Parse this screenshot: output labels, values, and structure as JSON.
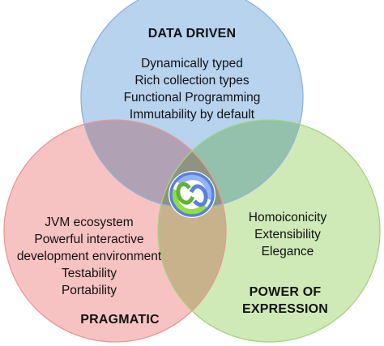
{
  "circles": {
    "data_driven": {
      "title": "DATA DRIVEN",
      "items": [
        "Dynamically typed",
        "Rich collection types",
        "Functional Programming",
        "Immutability by default"
      ],
      "fill": "#b7d3ee",
      "stroke": "#8eb3d8"
    },
    "pragmatic": {
      "title": "PRAGMATIC",
      "items": [
        "JVM ecosystem",
        "Powerful interactive",
        "development environment",
        "Testability",
        "Portability"
      ],
      "fill": "#f7c3c2",
      "stroke": "#e59996"
    },
    "power_of_expression": {
      "title_line1": "POWER OF",
      "title_line2": "EXPRESSION",
      "items": [
        "Homoiconicity",
        "Extensibility",
        "Elegance"
      ],
      "fill": "#cfe9b7",
      "stroke": "#a6d283"
    }
  },
  "logo": {
    "name": "clojure-logo",
    "colors": {
      "blue": "#5881d8",
      "green": "#63b132",
      "light_blue": "#90b4fe",
      "light_green": "#91dc47"
    }
  }
}
